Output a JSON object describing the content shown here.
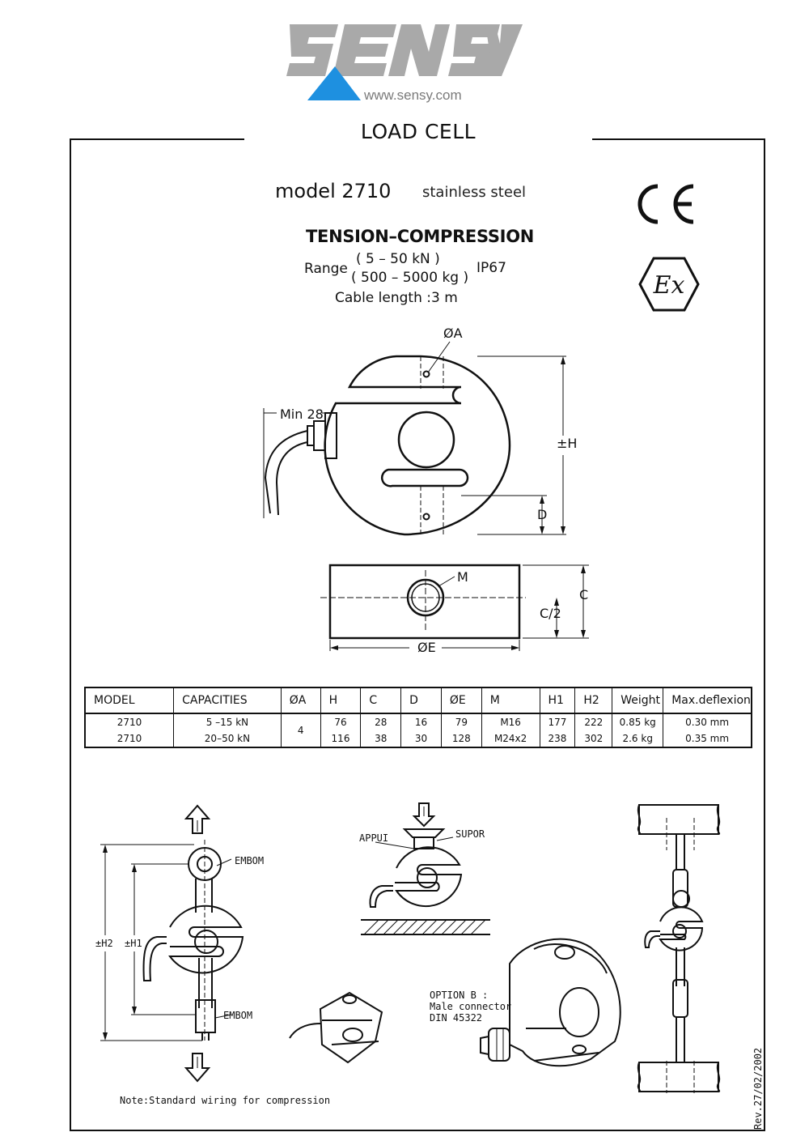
{
  "header": {
    "brand": "SENSY",
    "website": "www.sensy.com",
    "title": "LOAD CELL"
  },
  "product": {
    "model": "model 2710",
    "material": "stainless steel",
    "type": "TENSION–COMPRESSION",
    "range_label": "Range",
    "range_kn": "( 5 – 50 kN )",
    "range_kg": "( 500 – 5000 kg )",
    "protection": "IP67",
    "cable": "Cable length :3 m"
  },
  "certifications": [
    "CE",
    "Ex"
  ],
  "drawing_labels": {
    "phi_a": "ØA",
    "min28": "Min 28",
    "h": "±H",
    "d": "D",
    "m": "M",
    "c": "C",
    "c2": "C/2",
    "phi_e": "ØE"
  },
  "table": {
    "headers": [
      "MODEL",
      "CAPACITIES",
      "ØA",
      "H",
      "C",
      "D",
      "ØE",
      "M",
      "H1",
      "H2",
      "Weight",
      "Max.deflexion"
    ],
    "phi_a_shared": "4",
    "rows": [
      {
        "model": "2710",
        "capacities": "5 –15 kN",
        "h": "76",
        "c": "28",
        "d": "16",
        "e": "79",
        "m": "M16",
        "h1": "177",
        "h2": "222",
        "weight": "0.85 kg",
        "deflexion": "0.30    mm"
      },
      {
        "model": "2710",
        "capacities": "20–50 kN",
        "h": "116",
        "c": "38",
        "d": "30",
        "e": "128",
        "m": "M24x2",
        "h1": "238",
        "h2": "302",
        "weight": "2.6   kg",
        "deflexion": "0.35    mm"
      }
    ]
  },
  "application_labels": {
    "embom_top": "EMBOM",
    "embom_bottom": "EMBOM",
    "h2": "±H2",
    "h1": "±H1",
    "appui": "APPUI",
    "supor": "SUPOR",
    "option_b_title": "OPTION B :",
    "option_b_line1": "Male connector",
    "option_b_line2": "DIN 45322"
  },
  "footer": {
    "note": "Note:Standard wiring for compression",
    "revision": "Rev.27/02/2002"
  },
  "colors": {
    "logo_gray": "#a9a9a9",
    "logo_blue": "#1e90e0",
    "line": "#111111"
  }
}
